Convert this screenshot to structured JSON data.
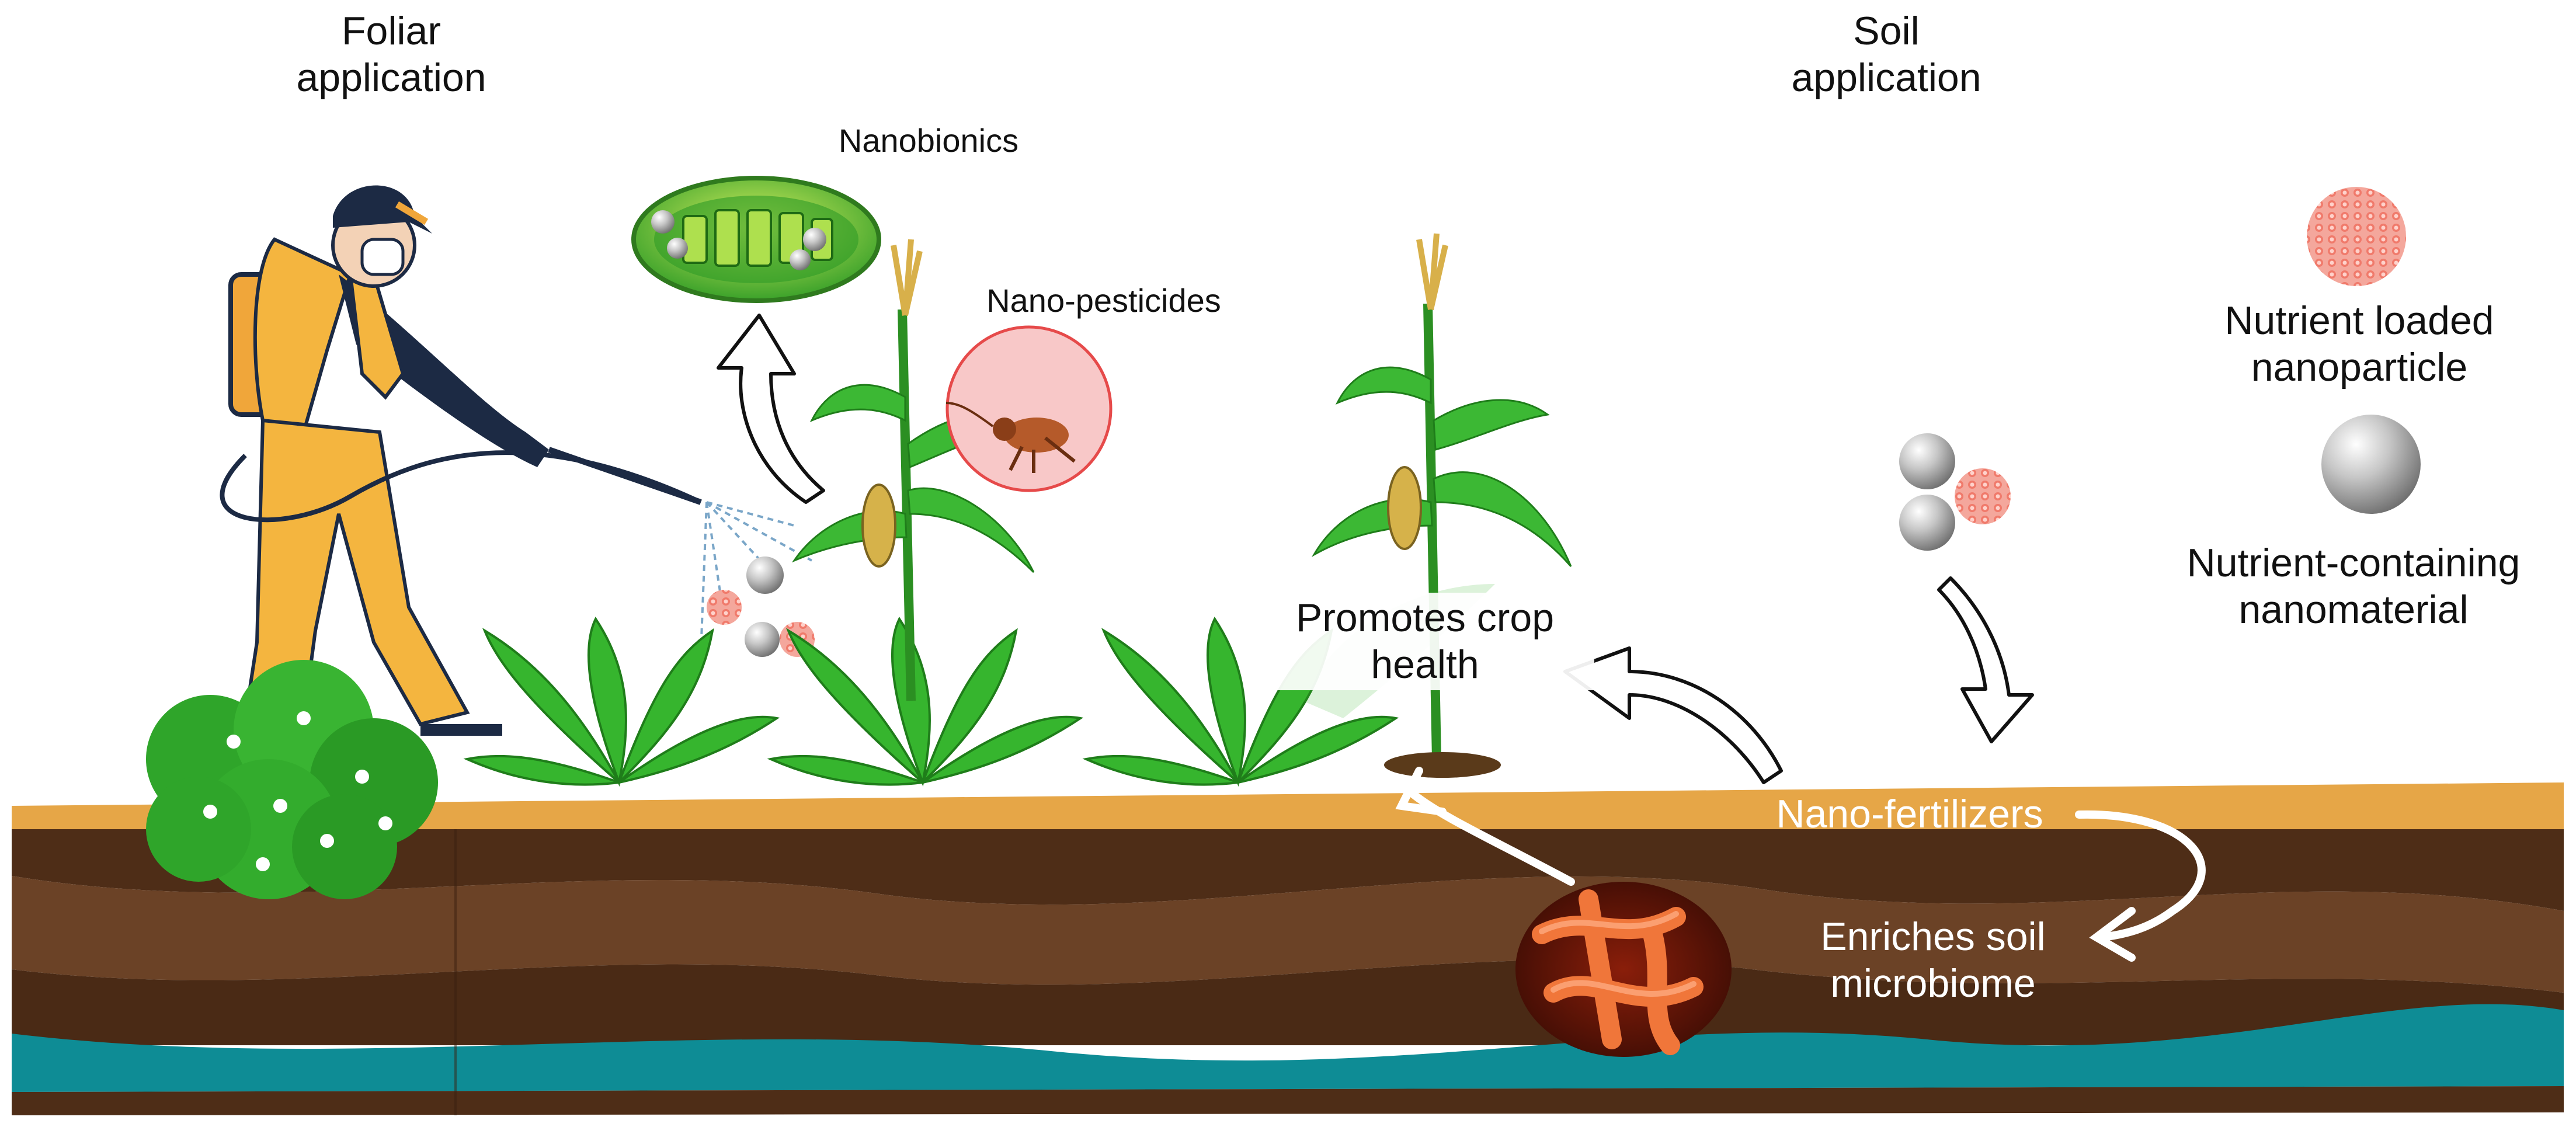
{
  "labels": {
    "foliar_line1": "Foliar",
    "foliar_line2": "application",
    "soil_line1": "Soil",
    "soil_line2": "application",
    "nanobionics": "Nanobionics",
    "nano_pesticides": "Nano-pesticides",
    "promotes_line1": "Promotes crop",
    "promotes_line2": "health",
    "nano_fertilizers": "Nano-fertilizers",
    "enriches_line1": "Enriches soil",
    "enriches_line2": "microbiome"
  },
  "legend": {
    "nutrient_loaded_line1": "Nutrient loaded",
    "nutrient_loaded_line2": "nanoparticle",
    "nutrient_containing_line1": "Nutrient-containing",
    "nutrient_containing_line2": "nanomaterial"
  },
  "icons": [
    "farmer-sprayer-icon",
    "chloroplast-icon",
    "cricket-insect-icon",
    "corn-plant-icon",
    "fern-plant-icon",
    "bush-icon",
    "bacteria-icon",
    "nanoparticle-icon",
    "nanomaterial-sphere-icon",
    "arrow-icon"
  ],
  "colors": {
    "topsoil": "#e6a647",
    "soil_dark": "#4e2d17",
    "soil_mid": "#6b4226",
    "water": "#0e8c95",
    "leaf_green": "#2fae2a",
    "nanoparticle_pink": "#f08a7e",
    "nanomaterial_grey": "#a8a8a8",
    "bacteria_orange": "#e2541d"
  }
}
